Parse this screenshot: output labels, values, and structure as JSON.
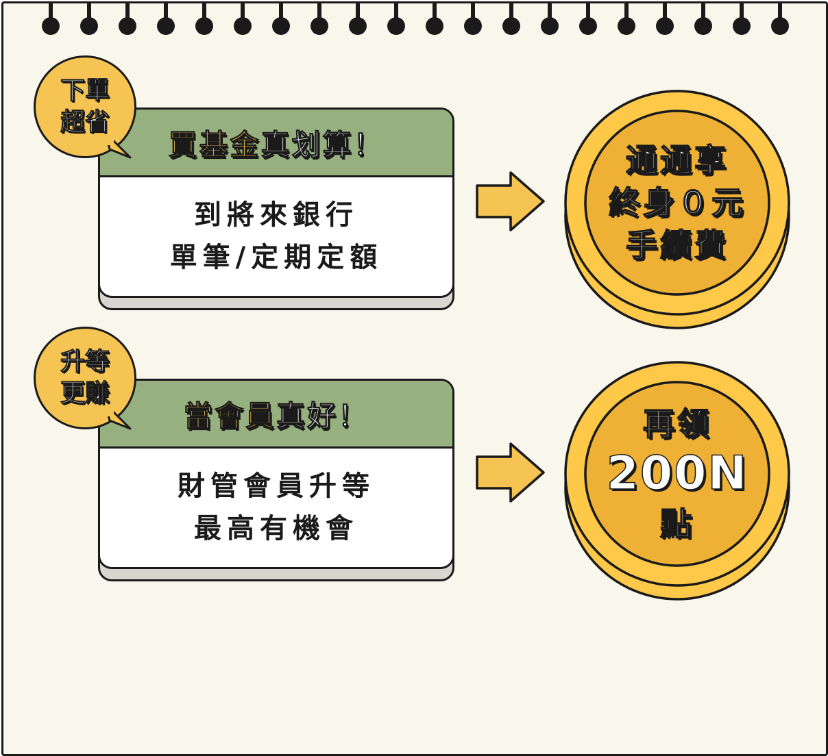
{
  "promo1": {
    "bubble": [
      "下單",
      "超省"
    ],
    "card": {
      "title_highlight": "買基金",
      "title_rest": "真划算！",
      "lines": [
        "到將來銀行",
        "單筆/定期定額"
      ]
    },
    "coin": {
      "lines": [
        "通通享",
        "終身０元",
        "手續費"
      ]
    }
  },
  "promo2": {
    "bubble": [
      "升等",
      "更賺"
    ],
    "card": {
      "title_highlight": "當會員",
      "title_rest": "真好！",
      "lines": [
        "財管會員升等",
        "最高有機會"
      ]
    },
    "coin": {
      "top": "再領",
      "big": "200N",
      "bottom": "點"
    }
  },
  "colors": {
    "page_bg": "#f9f6eb",
    "header_green": "#96b07f",
    "accent_yellow": "#f3c14a",
    "coin_yellow": "#fec848",
    "coin_inner": "#eeb035",
    "outline": "#1a1a1a"
  },
  "icons": [
    "notebook-ring-hole",
    "right-arrow-icon",
    "coin-icon",
    "speech-bubble"
  ]
}
